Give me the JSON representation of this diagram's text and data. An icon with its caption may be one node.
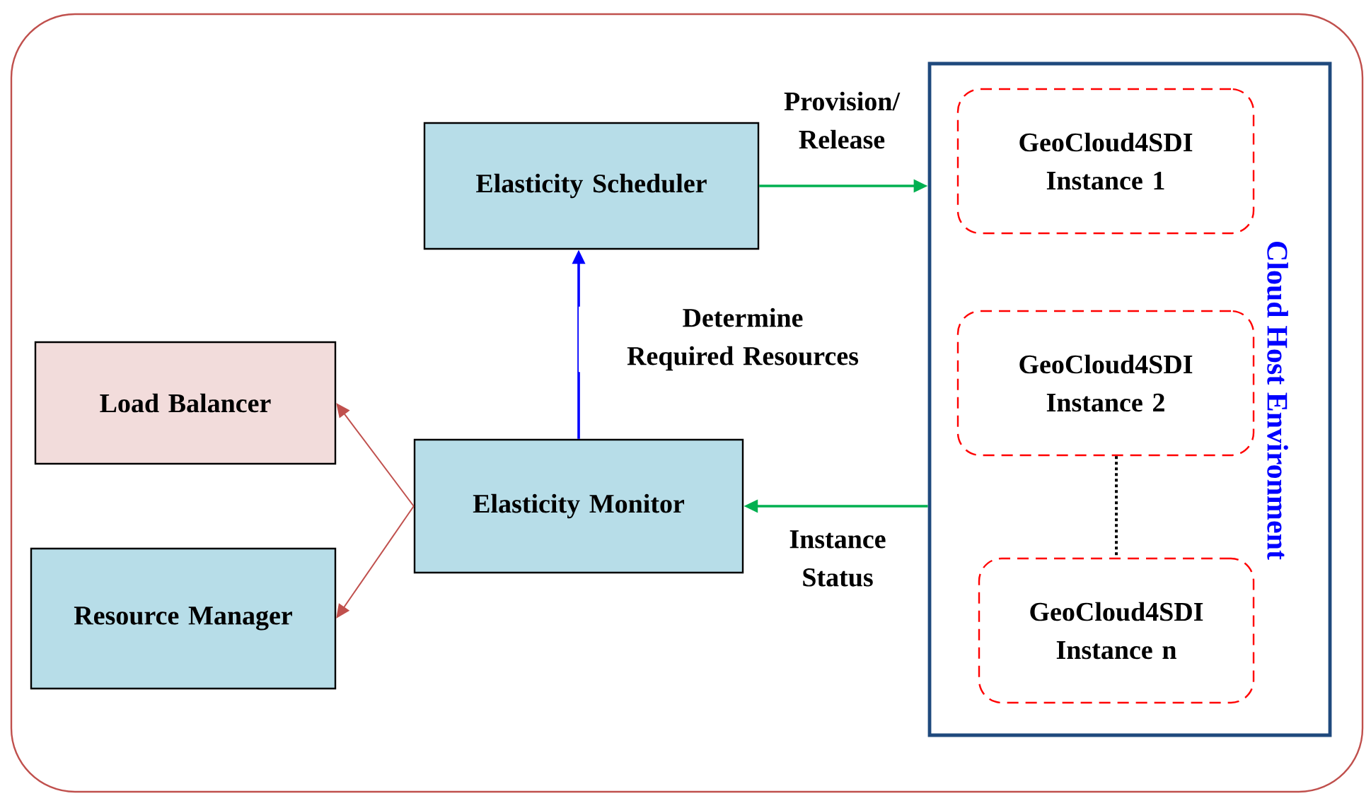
{
  "diagram": {
    "nodes": [
      {
        "text": [
          "Elasticity Scheduler"
        ]
      },
      {
        "text": [
          "Load Balancer"
        ]
      },
      {
        "text": [
          "Elasticity Monitor"
        ]
      },
      {
        "text": [
          "Resource Manager"
        ]
      },
      {
        "text": [
          "Cloud Host Environment"
        ]
      },
      {
        "text": [
          "GeoCloud4SDI Instance 1"
        ],
        "in": 4
      },
      {
        "text": [
          "GeoCloud4SDI Instance 2"
        ],
        "in": 4
      },
      {
        "text": [
          "GeoCloud4SDI Instance n"
        ],
        "in": 4
      }
    ],
    "edges": [
      {
        "from": 2,
        "to": 0,
        "arrow": "to",
        "label": "Determine Required Resources",
        "color": "#0000ff"
      },
      {
        "from": 0,
        "to": 4,
        "arrow": "to",
        "label": "Provision/ Release",
        "color": "#00b050"
      },
      {
        "from": 4,
        "to": 2,
        "arrow": "to",
        "label": "Instance Status",
        "color": "#00b050"
      },
      {
        "from": 2,
        "to": 1,
        "arrow": "to",
        "color": "#c0504d"
      },
      {
        "from": 2,
        "to": 3,
        "arrow": "to",
        "color": "#c0504d"
      },
      {
        "from": 6,
        "to": 7,
        "arrow": "none",
        "style": "dashed",
        "color": "#000000"
      }
    ]
  }
}
